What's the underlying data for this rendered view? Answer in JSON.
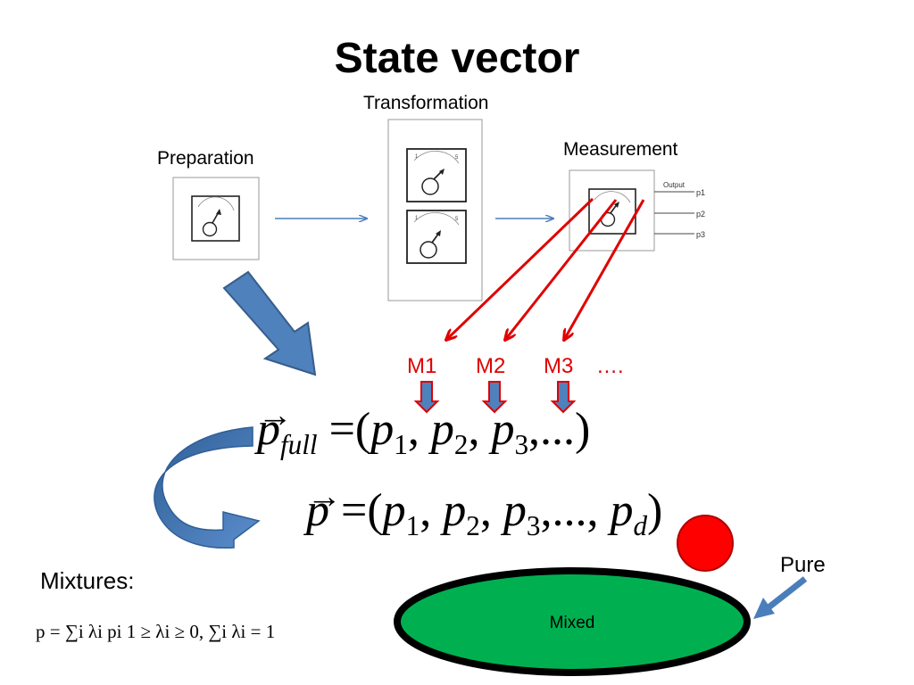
{
  "title": "State vector",
  "stages": {
    "preparation": "Preparation",
    "transformation": "Transformation",
    "measurement": "Measurement"
  },
  "device": {
    "output_label": "Output",
    "outputs": [
      "p1",
      "p2",
      "p3"
    ],
    "dial_ticks": [
      "1",
      "5"
    ]
  },
  "measurements": [
    "M1",
    "M2",
    "M3",
    "…."
  ],
  "equations": {
    "p_full": {
      "lhs_symbol": "p",
      "lhs_sub": "full",
      "eq": "=",
      "open": "(",
      "terms": [
        "p1",
        "p2",
        "p3"
      ],
      "ellipsis": ",...",
      "close": ")"
    },
    "p_reduced": {
      "lhs_symbol": "p",
      "eq": "=",
      "open": "(",
      "terms": [
        "p1",
        "p2",
        "p3"
      ],
      "ellipsis": ",...,",
      "last_sym": "p",
      "last_sub": "d",
      "close": ")"
    }
  },
  "mixtures": {
    "heading": "Mixtures:",
    "formula": "p = ∑i λi pi   1 ≥ λi ≥ 0,   ∑i λi = 1"
  },
  "state_space": {
    "mixed_label": "Mixed",
    "pure_label": "Pure"
  },
  "colors": {
    "red_arrow": "#e00000",
    "blue_arrow": "#4a7ebb",
    "mixed_fill": "#00b050",
    "pure_dot": "#ff0000"
  }
}
